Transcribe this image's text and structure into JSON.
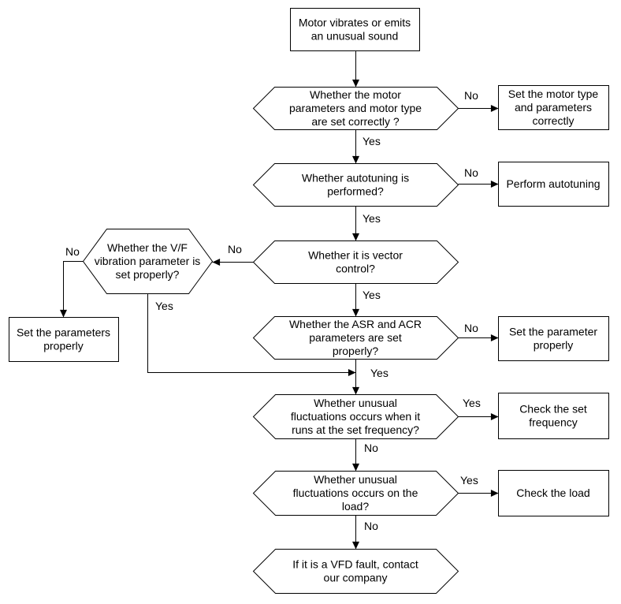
{
  "colors": {
    "stroke": "#000000",
    "fill": "#ffffff",
    "text": "#000000"
  },
  "nodes": {
    "start": {
      "lines": [
        "Motor vibrates or emits",
        "an unusual sound"
      ]
    },
    "q_motor_params": {
      "lines": [
        "Whether the motor",
        "parameters and motor type",
        "are set correctly ?"
      ]
    },
    "a_set_motor": {
      "lines": [
        "Set the motor type",
        "and parameters",
        "correctly"
      ]
    },
    "q_autotuning": {
      "lines": [
        "Whether autotuning is",
        "performed?"
      ]
    },
    "a_autotune": {
      "lines": [
        "Perform autotuning"
      ]
    },
    "q_vector": {
      "lines": [
        "Whether it is vector",
        "control?"
      ]
    },
    "q_vf": {
      "lines": [
        "Whether the V/F",
        "vibration parameter is",
        "set properly?"
      ]
    },
    "a_set_params": {
      "lines": [
        "Set the parameters",
        "properly"
      ]
    },
    "q_asr_acr": {
      "lines": [
        "Whether the ASR and ACR",
        "parameters are set",
        "properly?"
      ]
    },
    "a_set_param": {
      "lines": [
        "Set the parameter",
        "properly"
      ]
    },
    "q_fluct_freq": {
      "lines": [
        "Whether unusual",
        "fluctuations occurs when it",
        "runs at the set frequency?"
      ]
    },
    "a_check_freq": {
      "lines": [
        "Check the set",
        "frequency"
      ]
    },
    "q_fluct_load": {
      "lines": [
        "Whether unusual",
        "fluctuations occurs on the",
        "load?"
      ]
    },
    "a_check_load": {
      "lines": [
        "Check the load"
      ]
    },
    "end": {
      "lines": [
        "If it is a VFD fault, contact",
        "our company"
      ]
    }
  },
  "edges": {
    "motor_no": "No",
    "motor_yes": "Yes",
    "auto_no": "No",
    "auto_yes": "Yes",
    "vector_no": "No",
    "vector_yes": "Yes",
    "vf_no": "No",
    "vf_yes": "Yes",
    "asr_no": "No",
    "asr_yes": "Yes",
    "freq_yes": "Yes",
    "freq_no": "No",
    "load_yes": "Yes",
    "load_no": "No"
  }
}
